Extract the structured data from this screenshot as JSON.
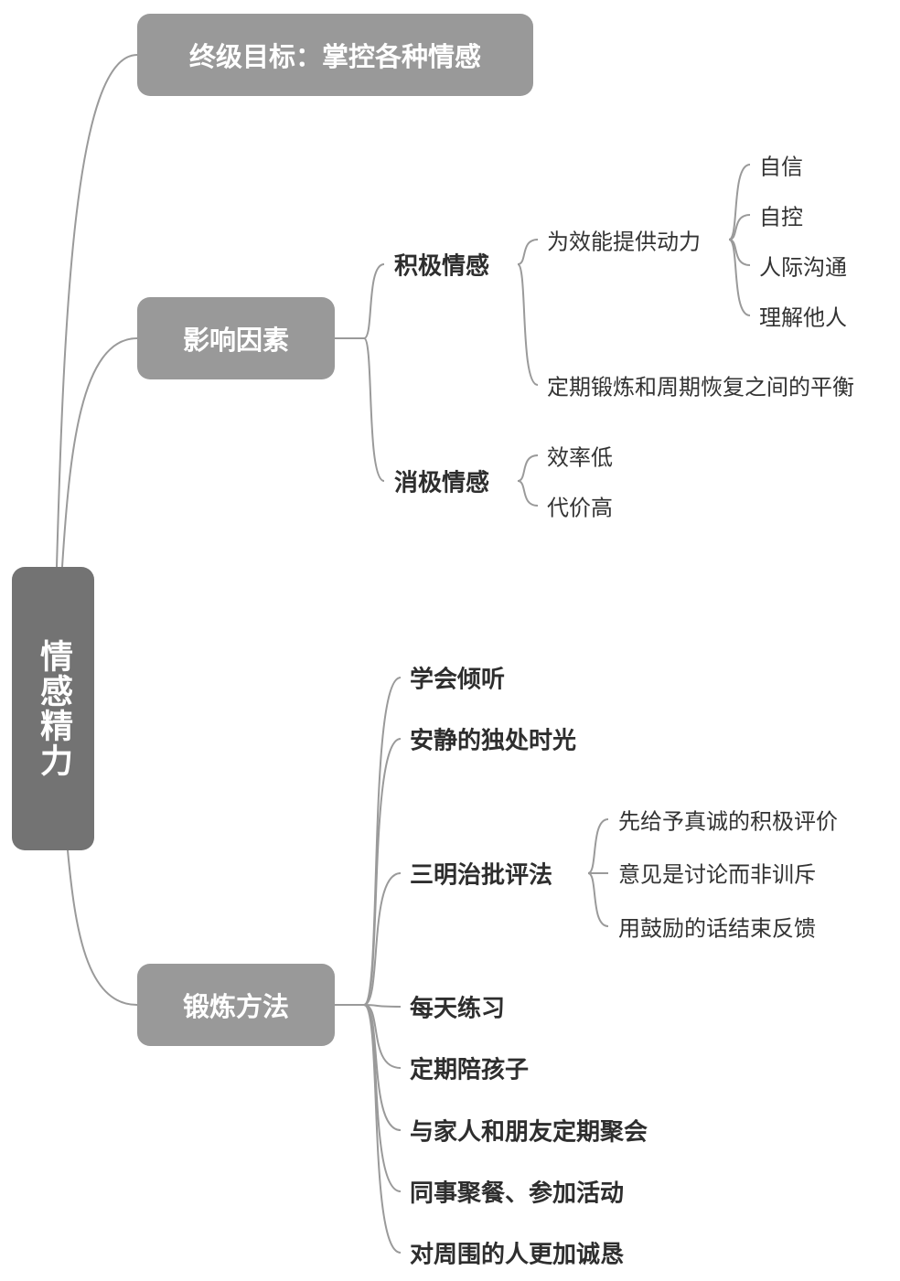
{
  "root": "情感精力",
  "goal": "终级目标：掌控各种情感",
  "factors": {
    "label": "影响因素",
    "positive": {
      "label": "积极情感",
      "power": {
        "label": "为效能提供动力",
        "items": [
          "自信",
          "自控",
          "人际沟通",
          "理解他人"
        ]
      },
      "balance": "定期锻炼和周期恢复之间的平衡"
    },
    "negative": {
      "label": "消极情感",
      "items": [
        "效率低",
        "代价高"
      ]
    }
  },
  "methods": {
    "label": "锻炼方法",
    "items": [
      "学会倾听",
      "安静的独处时光",
      "三明治批评法",
      "每天练习",
      "定期陪孩子",
      "与家人和朋友定期聚会",
      "同事聚餐、参加活动",
      "对周围的人更加诚恳"
    ],
    "sandwich": [
      "先给予真诚的积极评价",
      "意见是讨论而非训斥",
      "用鼓励的话结束反馈"
    ]
  },
  "colors": {
    "root": "#737373",
    "branch": "#999999",
    "line": "#9a9a9a",
    "text": "#333333"
  }
}
